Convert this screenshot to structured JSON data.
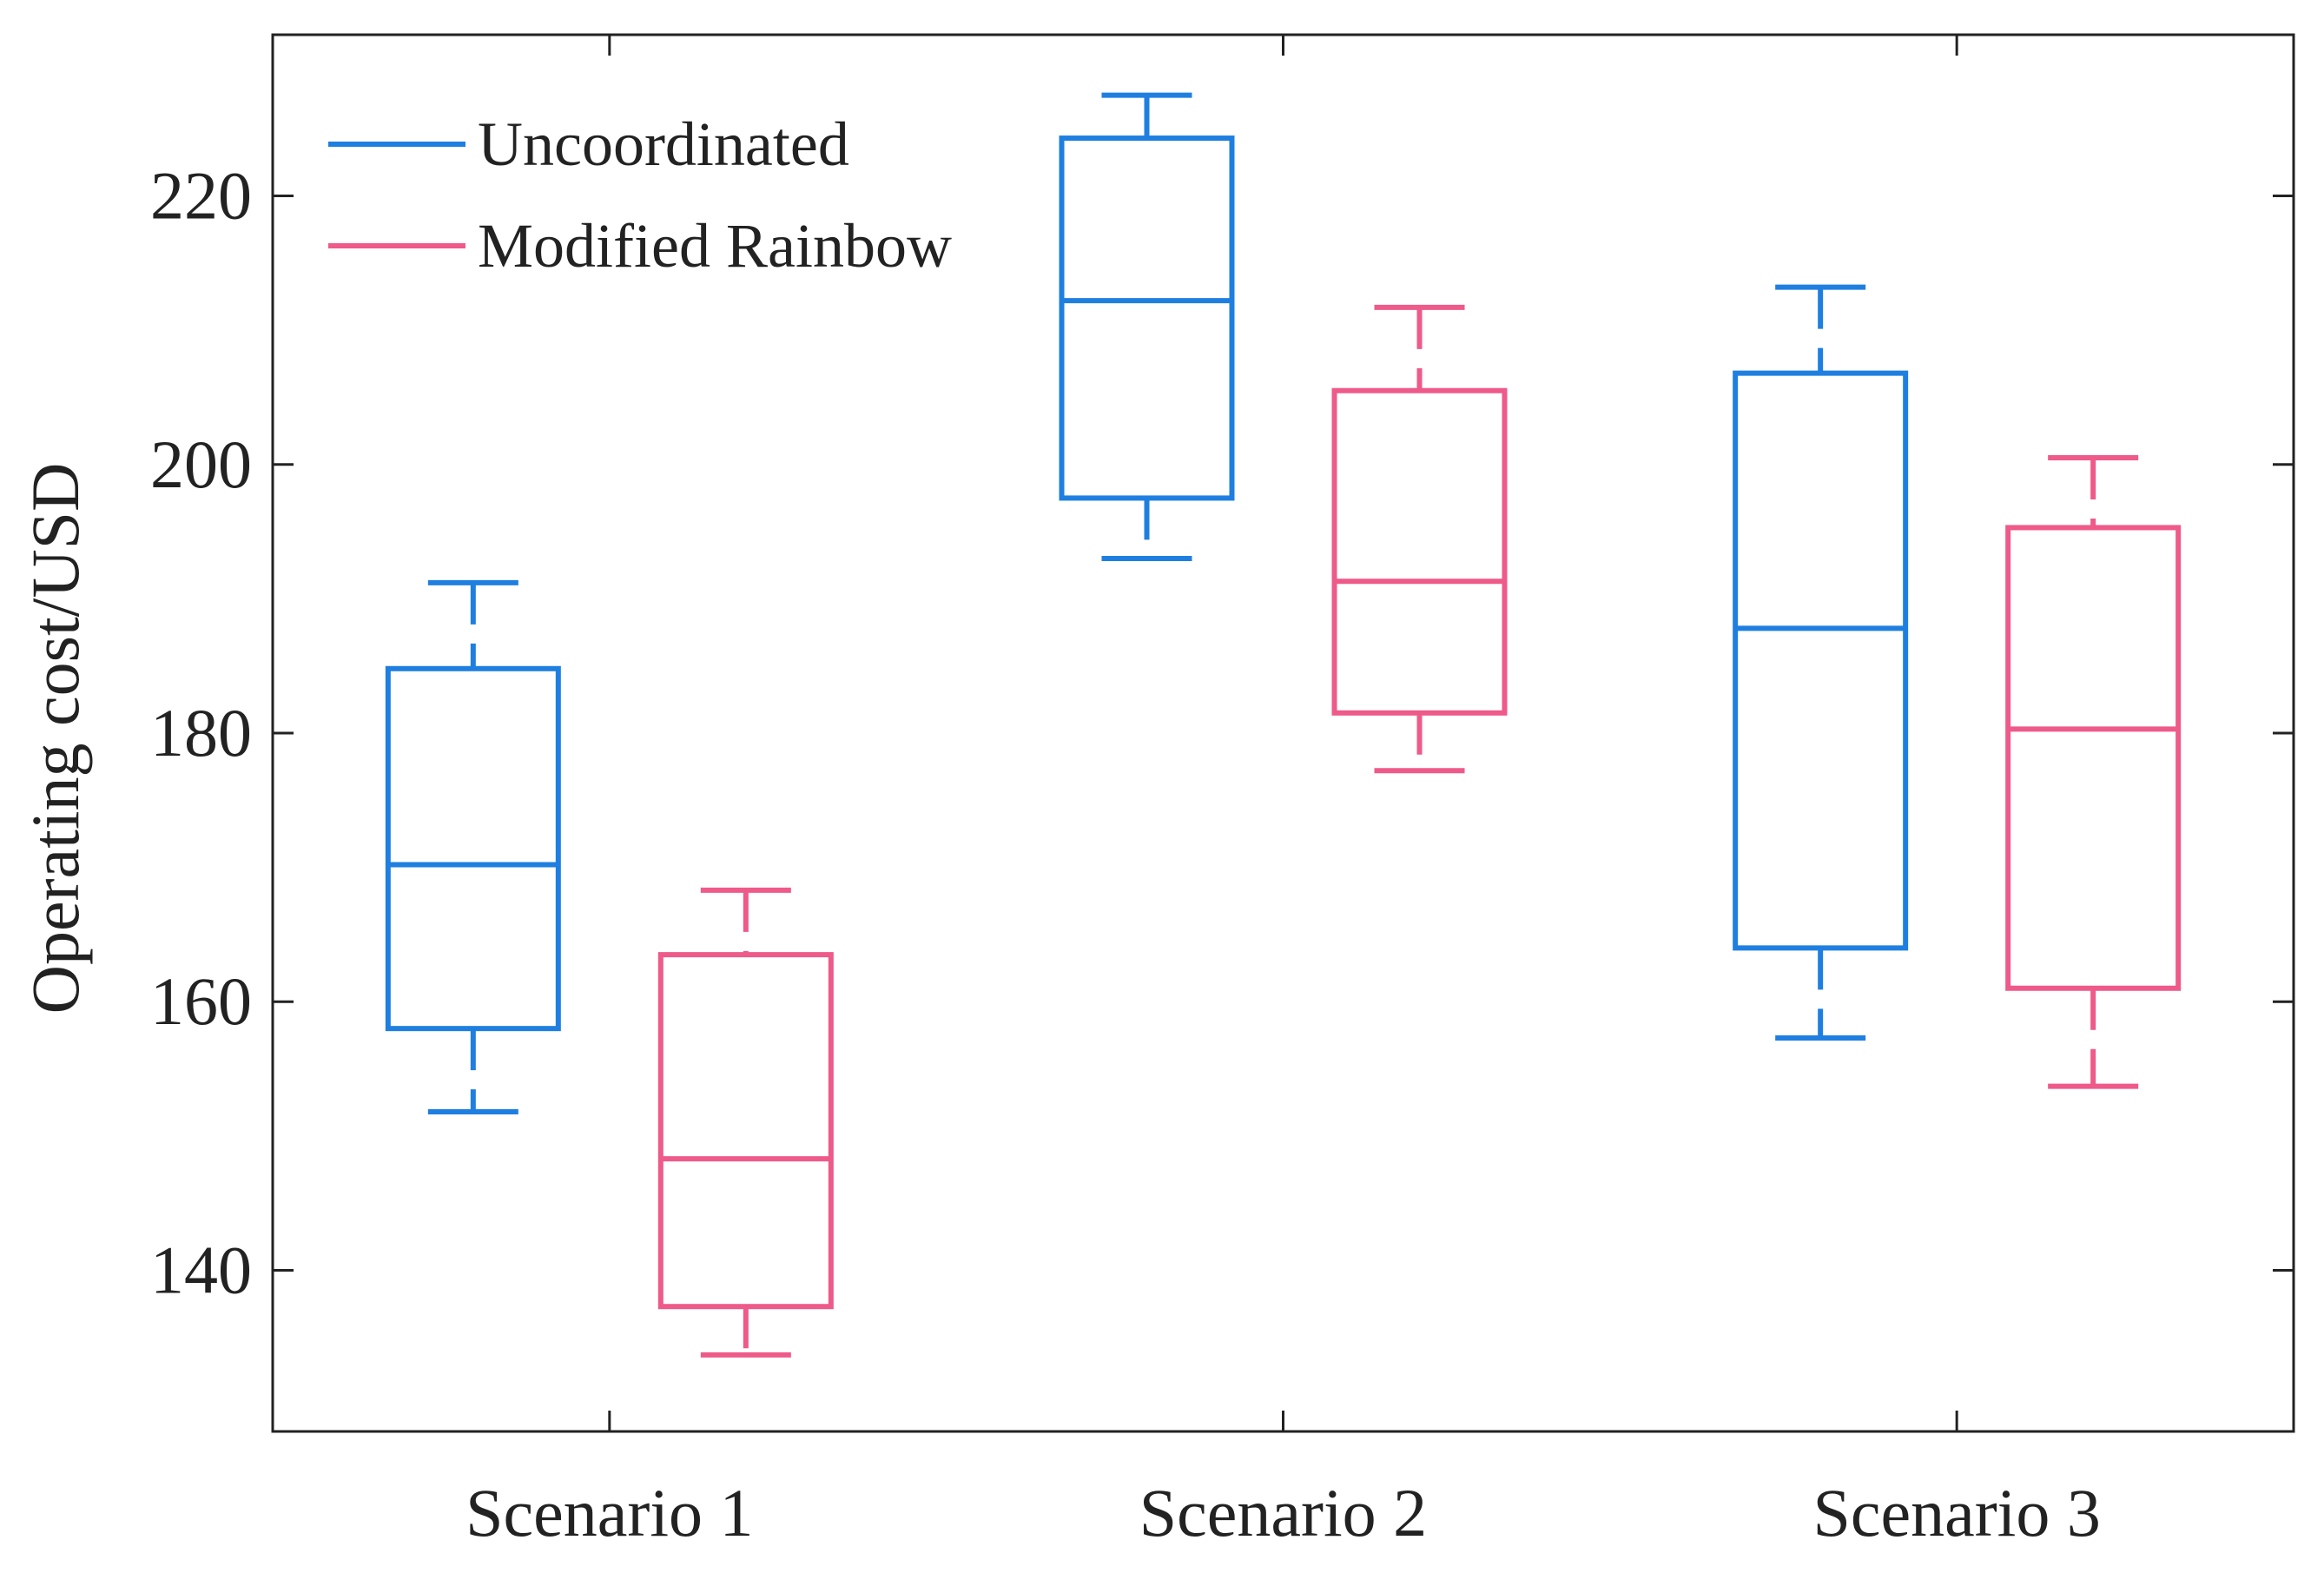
{
  "chart_data": {
    "type": "box",
    "ylabel": "Operating cost/USD",
    "xlabel": "",
    "categories": [
      "Scenario 1",
      "Scenario 2",
      "Scenario 3"
    ],
    "ylim": [
      128,
      232
    ],
    "yticks": [
      140,
      160,
      180,
      200,
      220
    ],
    "grid": false,
    "legend_position": "top-left",
    "series": [
      {
        "name": "Uncoordinated",
        "color": "#1f7fe0",
        "boxes": [
          {
            "category": "Scenario 1",
            "whisker_low": 151.8,
            "q1": 158.0,
            "median": 170.2,
            "q3": 184.8,
            "whisker_high": 191.2
          },
          {
            "category": "Scenario 2",
            "whisker_low": 193.0,
            "q1": 197.5,
            "median": 212.2,
            "q3": 224.3,
            "whisker_high": 227.5
          },
          {
            "category": "Scenario 3",
            "whisker_low": 157.3,
            "q1": 164.0,
            "median": 187.8,
            "q3": 206.8,
            "whisker_high": 213.2
          }
        ]
      },
      {
        "name": "Modified Rainbow",
        "color": "#ee5a8a",
        "boxes": [
          {
            "category": "Scenario 1",
            "whisker_low": 133.7,
            "q1": 137.3,
            "median": 148.3,
            "q3": 163.5,
            "whisker_high": 168.3
          },
          {
            "category": "Scenario 2",
            "whisker_low": 177.2,
            "q1": 181.5,
            "median": 191.3,
            "q3": 205.5,
            "whisker_high": 211.7
          },
          {
            "category": "Scenario 3",
            "whisker_low": 153.7,
            "q1": 161.0,
            "median": 180.3,
            "q3": 195.3,
            "whisker_high": 200.5
          }
        ]
      }
    ]
  }
}
